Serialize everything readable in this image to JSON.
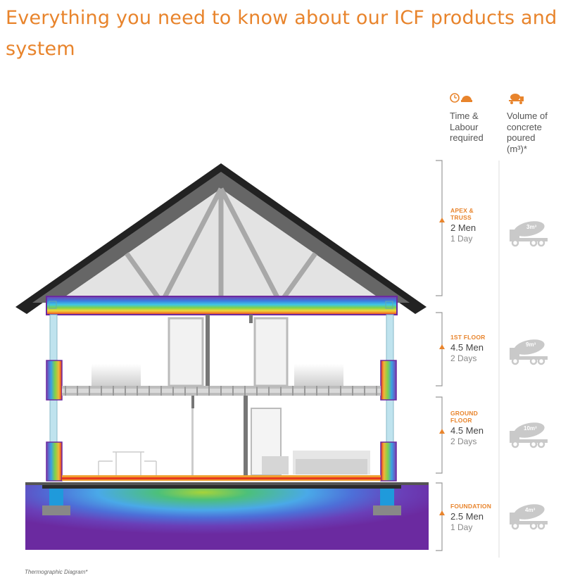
{
  "page": {
    "title": "Everything you need to know about our ICF products and system"
  },
  "columns": {
    "time_labour": "Time & Labour required",
    "volume": "Volume of concrete poured (m³)*"
  },
  "stages": [
    {
      "name": "APEX & TRUSS",
      "men": "2 Men",
      "days": "1 Day",
      "volume": "3m³"
    },
    {
      "name": "1st FLOOR",
      "men": "4.5 Men",
      "days": "2 Days",
      "volume": "9m³"
    },
    {
      "name": "GROUND FLOOR",
      "men": "4.5 Men",
      "days": "2 Days",
      "volume": "10m³"
    },
    {
      "name": "FOUNDATION",
      "men": "2.5 Men",
      "days": "1 Day",
      "volume": "4m³"
    }
  ],
  "caption": "Thermographic Diagram*",
  "icons": [
    "clock-icon",
    "hard-hat-icon",
    "mixer-truck-icon",
    "arrow-up-icon"
  ],
  "colors": {
    "accent": "#e8842c",
    "roof": "#222222",
    "gray_line": "#888888"
  }
}
